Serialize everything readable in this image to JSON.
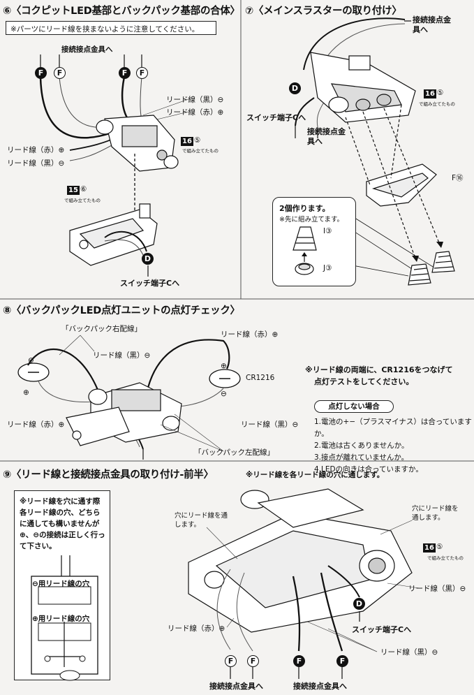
{
  "step6": {
    "number": "⑥",
    "title": "〈コクピットLED基部とバックパック基部の合体〉",
    "warning": "※パーツにリード線を挟まないように注意してください。",
    "contact_label": "接続接点金具へ",
    "lead_black_minus_r": "リード線（黒）⊖",
    "lead_red_plus_r": "リード線（赤）⊕",
    "lead_red_plus_l": "リード線（赤）⊕",
    "lead_black_minus_l": "リード線（黒）⊖",
    "part16": "16",
    "part16_sub": "⑤",
    "assembled": "で組み立てたもの",
    "part15": "15",
    "part15_sub": "⑥",
    "assembled2": "で組み立てたもの",
    "switch_label": "スイッチ端子Cへ",
    "markers": [
      "F",
      "F",
      "F",
      "F",
      "D"
    ]
  },
  "step7": {
    "number": "⑦",
    "title": "〈メインスラスターの取り付け〉",
    "contact_top": "接続接点金具へ",
    "switch_label": "スイッチ端子Cへ",
    "contact_mid": "接続接点金具へ",
    "part16": "16",
    "part16_sub": "⑤",
    "assembled": "で組み立てたもの",
    "part_f": "F⑯",
    "make_two": "2個作ります。",
    "pre_assemble": "※先に組み立てます。",
    "part_i": "I③",
    "part_j": "J③",
    "marker_d": "D"
  },
  "step8": {
    "number": "⑧",
    "title": "〈バックパックLED点灯ユニットの点灯チェック〉",
    "right_wire": "「バックパック右配線」",
    "left_wire": "「バックパック左配線」",
    "lead_black_minus_l": "リード線（黒）⊖",
    "lead_red_plus_l": "リード線（赤）⊕",
    "lead_red_plus_r": "リード線（赤）⊕",
    "lead_black_minus_r": "リード線（黒）⊖",
    "battery": "CR1216",
    "plus": "⊕",
    "minus": "⊖",
    "test_note_1": "※リード線の両端に、CR1216をつなげて",
    "test_note_2": "点灯テストをしてください。",
    "trouble_title": "点灯しない場合",
    "trouble": [
      "1.電池の+−（プラスマイナス）は合っていますか。",
      "2.電池は古くありませんか。",
      "3.接点が離れていませんか。",
      "4.LEDの向きは合っていますか。"
    ]
  },
  "step9": {
    "number": "⑨",
    "title": "〈リード線と接続接点金具の取り付け-前半〉",
    "note_top": "※リード線を各リード線の穴に通します。",
    "box_note": "※リード線を穴に通す際各リード線の穴、どちらに通しても構いませんが⊕、⊖の接続は正しく行って下さい。",
    "minus_hole": "⊖用リード線の穴",
    "plus_hole": "⊕用リード線の穴",
    "hole_left": "穴にリード線を通します。",
    "hole_right": "穴にリード線を通します。",
    "part16": "16",
    "part16_sub": "⑤",
    "assembled": "で組み立てたもの",
    "lead_black_minus_r": "リード線（黒）⊖",
    "lead_red_plus": "リード線（赤）⊕",
    "lead_black_minus_b": "リード線（黒）⊖",
    "switch_label": "スイッチ端子Cへ",
    "contact_l": "接続接点金具へ",
    "contact_r": "接続接点金具へ",
    "markers": [
      "F",
      "F",
      "F",
      "F",
      "D"
    ]
  }
}
